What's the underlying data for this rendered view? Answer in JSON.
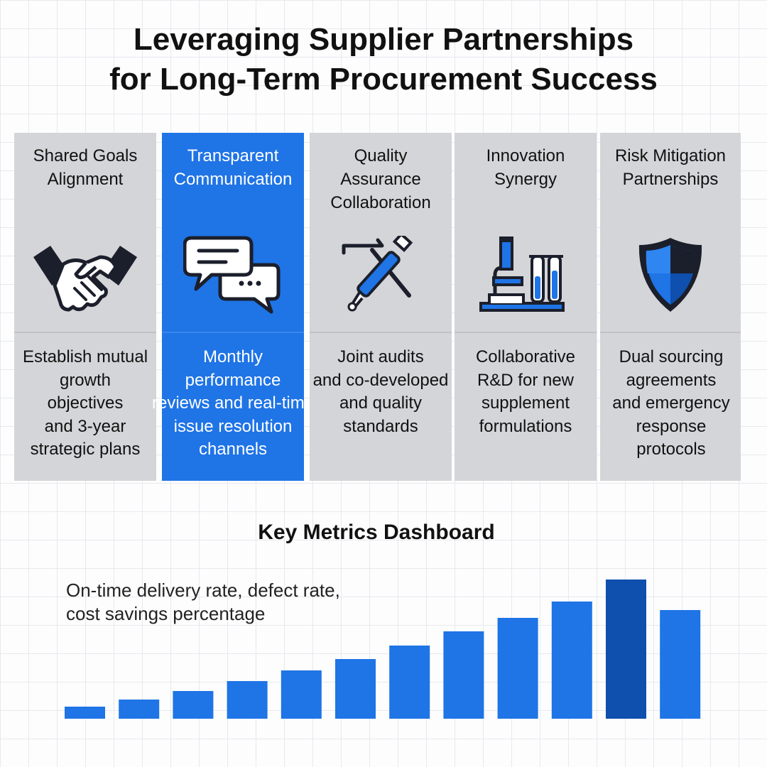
{
  "title": {
    "line1": "Leveraging Supplier Partnerships",
    "line2": "for Long-Term Procurement Success"
  },
  "cards": [
    {
      "heading": [
        "Shared Goals",
        "Alignment"
      ],
      "icon": "handshake-icon",
      "body": [
        "Establish mutual",
        "growth",
        "objectives",
        "and 3-year",
        "strategic plans"
      ]
    },
    {
      "heading": [
        "Transparent",
        "Communication"
      ],
      "icon": "chat-bubbles-icon",
      "body": [
        "Monthly",
        "performance",
        "reviews and real-time",
        "issue resolution",
        "channels"
      ]
    },
    {
      "heading": [
        "Quality",
        "Assurance",
        "Collaboration"
      ],
      "icon": "tools-icon",
      "body": [
        "Joint audits",
        "and co-developed",
        "and quality",
        "standards"
      ]
    },
    {
      "heading": [
        "Innovation",
        "Synergy"
      ],
      "icon": "microscope-icon",
      "body": [
        "Collaborative",
        "R&D for new",
        "supplement",
        "formulations"
      ]
    },
    {
      "heading": [
        "Risk Mitigation",
        "Partnerships"
      ],
      "icon": "shield-icon",
      "body": [
        "Dual sourcing",
        "agreements",
        "and emergency",
        "response",
        "protocols"
      ]
    }
  ],
  "dashboard": {
    "title": "Key Metrics Dashboard",
    "subtitle_line1": "On-time delivery rate, defect rate,",
    "subtitle_line2": "cost savings percentage"
  },
  "chart_data": {
    "type": "bar",
    "values": [
      17,
      27,
      39,
      53,
      68,
      84,
      103,
      123,
      142,
      165,
      196,
      153
    ],
    "ylim": [
      0,
      200
    ],
    "grid": false,
    "legend": "none",
    "bar_color": "#1f74e6",
    "highlight_index": 10,
    "highlight_color": "#0f4fad"
  },
  "colors": {
    "card_bg": "#d4d5d8",
    "highlight": "#1f74e6",
    "icon_dark": "#1b1f2b",
    "icon_blue": "#1f74e6"
  }
}
